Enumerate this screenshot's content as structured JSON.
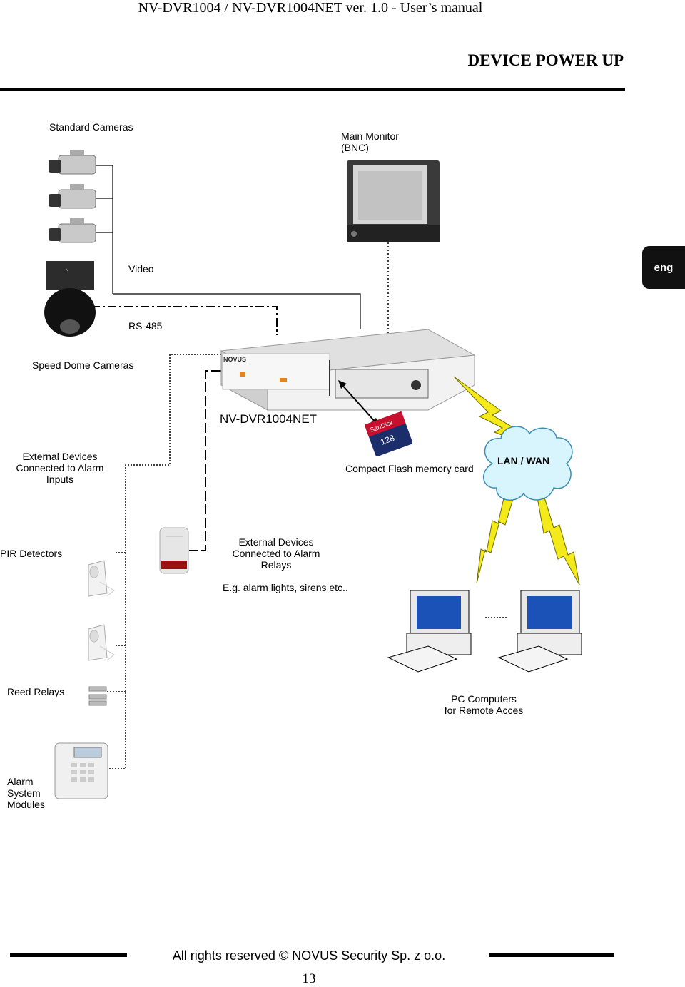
{
  "header": {
    "title": "NV-DVR1004 / NV-DVR1004NET ver. 1.0 - User’s manual"
  },
  "section": {
    "title": "DEVICE POWER UP"
  },
  "lang_tab": {
    "label": "eng"
  },
  "diagram": {
    "standard_cameras": "Standard Cameras",
    "main_monitor_line1": "Main Monitor",
    "main_monitor_line2": "(BNC)",
    "video": "Video",
    "rs485": "RS-485",
    "speed_dome": "Speed Dome Cameras",
    "dvr_name": "NV-DVR1004NET",
    "ext_inputs_line1": "External Devices",
    "ext_inputs_line2": "Connected to Alarm",
    "ext_inputs_line3": "Inputs",
    "compact_flash": "Compact Flash memory card",
    "lan_wan": "LAN / WAN",
    "pir": "PIR Detectors",
    "ext_relays_line1": "External Devices",
    "ext_relays_line2": "Connected to Alarm",
    "ext_relays_line3": "Relays",
    "eg": "E.g. alarm lights, sirens etc..",
    "reed": "Reed Relays",
    "pc_line1": "PC Computers",
    "pc_line2": "for Remote Acces",
    "alarm_line1": "Alarm",
    "alarm_line2": "System",
    "alarm_line3": "Modules",
    "cf_card_text": "128",
    "cf_brand": "SanDisk",
    "dvr_brand": "NOVUS"
  },
  "footer": {
    "copyright": "All rights reserved © NOVUS Security Sp. z o.o.",
    "page": "13"
  }
}
